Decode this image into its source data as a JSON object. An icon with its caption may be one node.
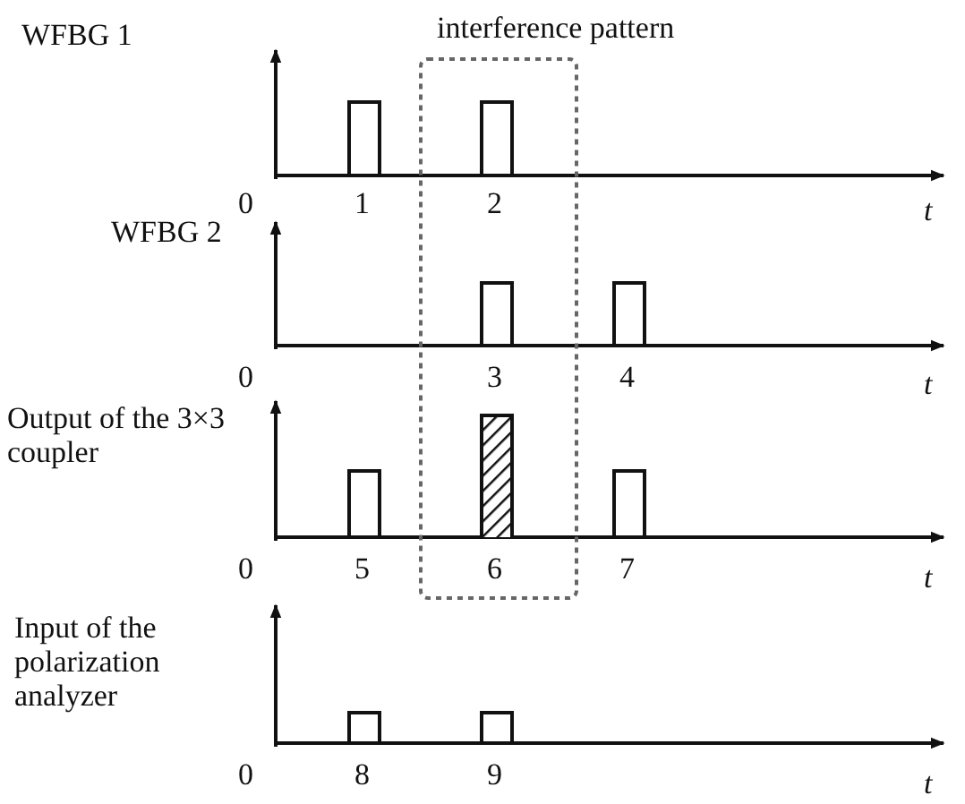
{
  "diagram": {
    "labels": [
      "WFBG 1",
      "interference pattern",
      "0",
      "1",
      "2",
      "t",
      "WFBG 2",
      "0",
      "3",
      "4",
      "t",
      "Output of the 3×3 coupler",
      "0",
      "5",
      "6",
      "7",
      "t",
      "Input of the polarization analyzer",
      "0",
      "8",
      "9",
      "t"
    ]
  }
}
